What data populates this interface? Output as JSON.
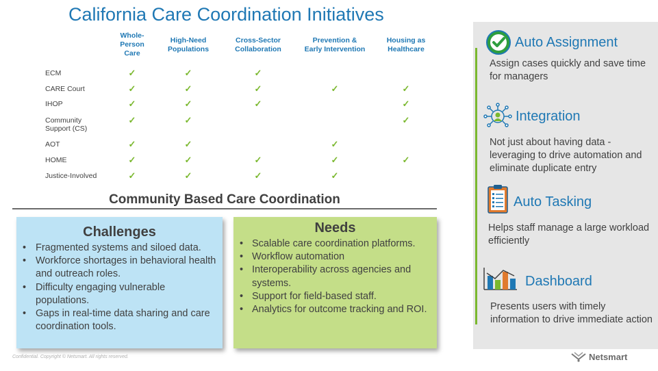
{
  "title": "California Care Coordination Initiatives",
  "matrix": {
    "columns": [
      "Whole-\nPerson\nCare",
      "High-Need\nPopulations",
      "Cross-Sector\nCollaboration",
      "Prevention &\nEarly Intervention",
      "Housing as\nHealthcare"
    ],
    "rows": [
      {
        "label": "ECM",
        "checks": [
          true,
          true,
          true,
          false,
          false
        ]
      },
      {
        "label": "CARE Court",
        "checks": [
          true,
          true,
          true,
          true,
          true
        ]
      },
      {
        "label": "IHOP",
        "checks": [
          true,
          true,
          true,
          false,
          true
        ]
      },
      {
        "label": "Community\nSupport (CS)",
        "checks": [
          true,
          true,
          false,
          false,
          true
        ]
      },
      {
        "label": "AOT",
        "checks": [
          true,
          true,
          false,
          true,
          false
        ]
      },
      {
        "label": "HOME",
        "checks": [
          true,
          true,
          true,
          true,
          true
        ]
      },
      {
        "label": "Justice-Involved",
        "checks": [
          true,
          true,
          true,
          true,
          false
        ]
      }
    ],
    "check_glyph": "✓"
  },
  "section_title": "Community Based Care Coordination",
  "challenges": {
    "title": "Challenges",
    "items": [
      "Fragmented systems and siloed data.",
      "Workforce shortages in behavioral health and outreach roles.",
      "Difficulty engaging vulnerable populations.",
      "Gaps in real-time data sharing and care coordination tools."
    ]
  },
  "needs": {
    "title": "Needs",
    "items": [
      "Scalable care coordination platforms.",
      "Workflow automation",
      "Interoperability across agencies and systems.",
      "Support for field-based staff.",
      "Analytics for outcome tracking and ROI."
    ]
  },
  "features": [
    {
      "title": "Auto Assignment",
      "desc": "Assign cases quickly and save time for managers",
      "icon": "check-circle-icon"
    },
    {
      "title": "Integration",
      "desc": "Not just about having data - leveraging to drive automation and eliminate duplicate entry",
      "icon": "network-person-icon"
    },
    {
      "title": "Auto Tasking",
      "desc": "Helps staff manage a large workload efficiently",
      "icon": "clipboard-list-icon"
    },
    {
      "title": "Dashboard",
      "desc": "Presents users with timely information to drive immediate action",
      "icon": "bar-chart-icon"
    }
  ],
  "footer": "Confidential. Copyright © Netsmart. All rights reserved.",
  "brand": "Netsmart",
  "colors": {
    "accent_blue": "#1f78b4",
    "check_green": "#7ab82e",
    "challenges_bg": "#bde3f5",
    "needs_bg": "#c4de88",
    "panel_bg": "#e6e6e6"
  }
}
